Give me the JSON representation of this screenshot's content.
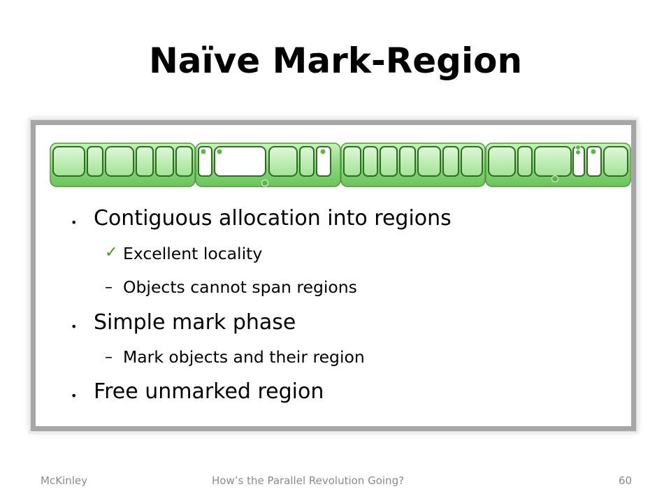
{
  "slide": {
    "title": "Naïve Mark-Region",
    "bullets": [
      {
        "level": 1,
        "marker": "•",
        "text": "Contiguous allocation into regions"
      },
      {
        "level": 2,
        "marker": "✓",
        "text": "Excellent locality"
      },
      {
        "level": 2,
        "marker": "–",
        "text": "Objects cannot span regions"
      },
      {
        "level": 1,
        "marker": "•",
        "text": "Simple mark phase"
      },
      {
        "level": 2,
        "marker": "–",
        "text": "Mark objects and their region"
      },
      {
        "level": 1,
        "marker": "•",
        "text": "Free unmarked region"
      }
    ]
  },
  "footer": {
    "author": "McKinley",
    "talk_title": "How’s the Parallel Revolution Going?",
    "page_number": "60"
  },
  "colors": {
    "region_fill": "#8ed880",
    "region_stroke": "#4f9a3c",
    "object_fill": "#b9eeb0",
    "mark_dot": "#5bb846",
    "check": "#3a9a1a"
  }
}
